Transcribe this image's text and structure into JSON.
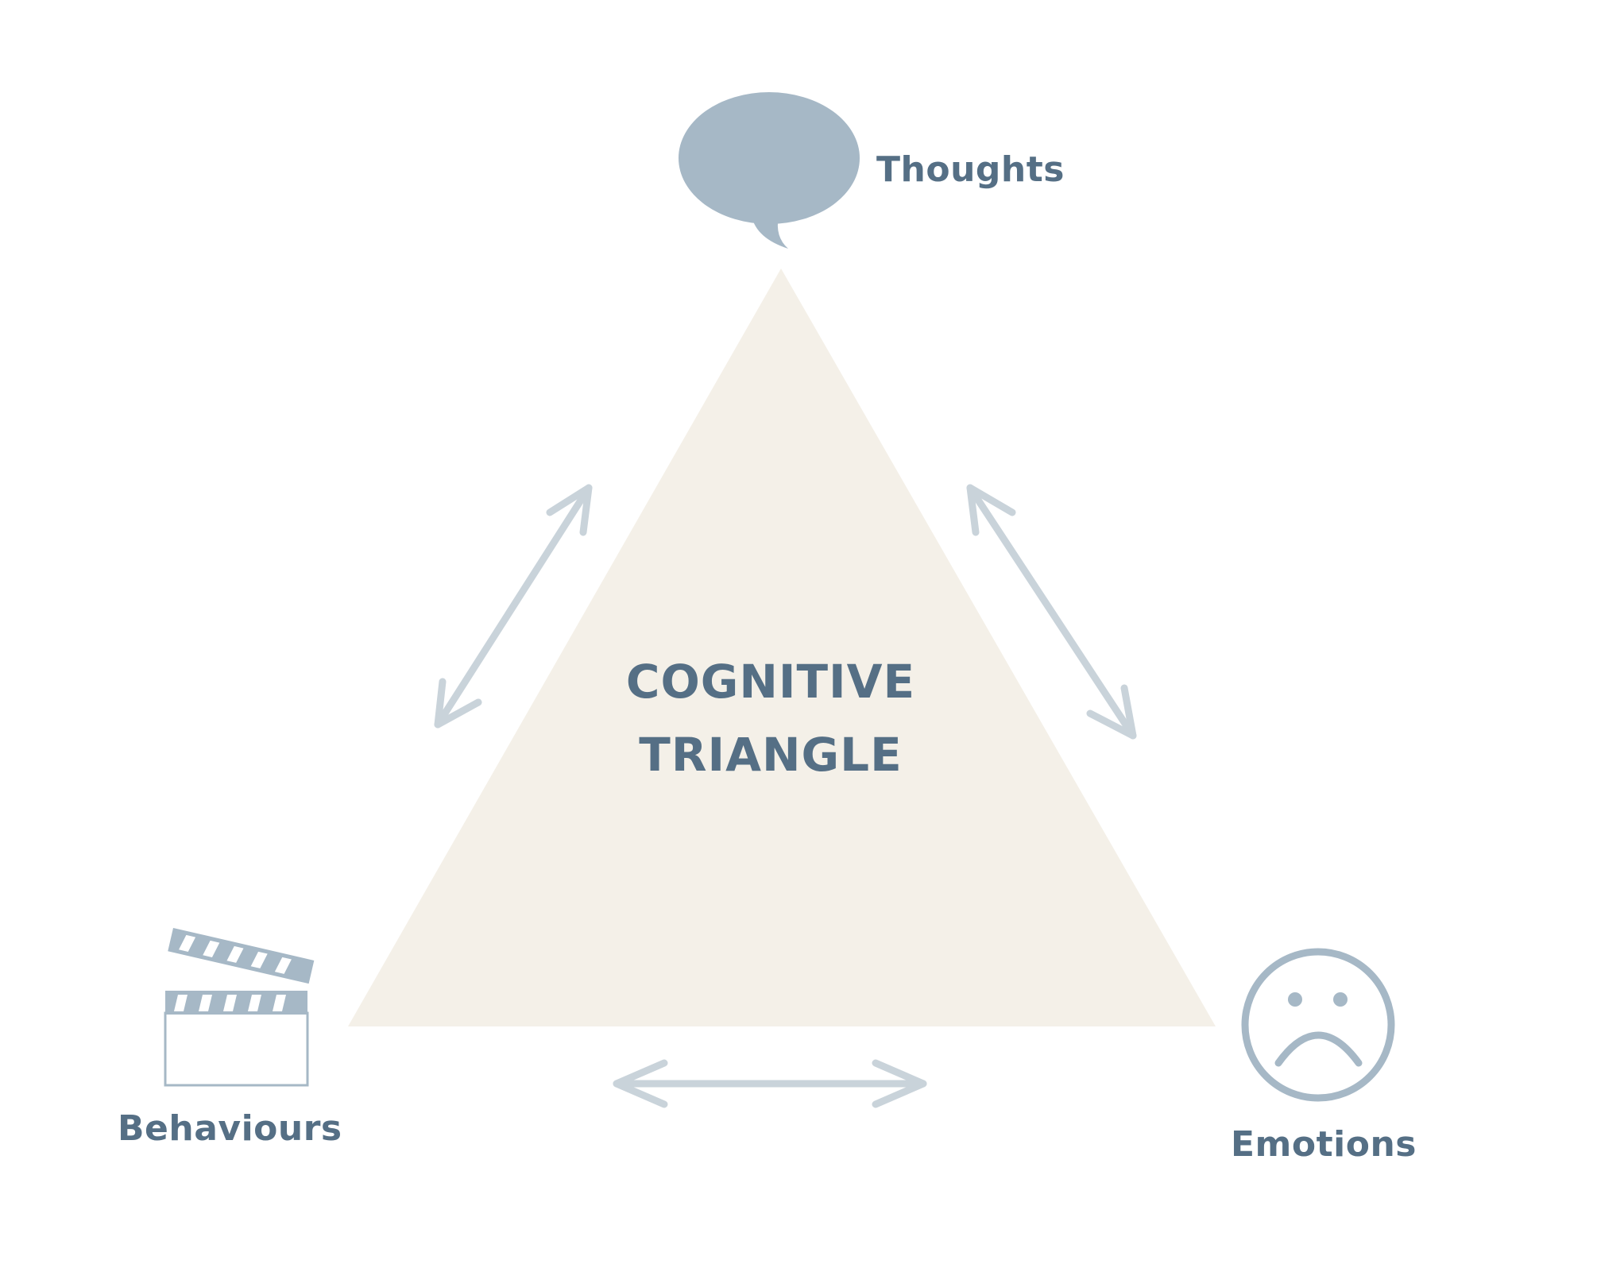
{
  "diagram": {
    "title_line1": "COGNITIVE",
    "title_line2": "TRIANGLE",
    "nodes": {
      "thoughts": {
        "label": "Thoughts",
        "icon": "speech-bubble-icon"
      },
      "behaviours": {
        "label": "Behaviours",
        "icon": "clapperboard-icon"
      },
      "emotions": {
        "label": "Emotions",
        "icon": "sad-face-icon"
      }
    },
    "connections": [
      {
        "from": "thoughts",
        "to": "behaviours",
        "type": "bidirectional-arrow"
      },
      {
        "from": "thoughts",
        "to": "emotions",
        "type": "bidirectional-arrow"
      },
      {
        "from": "behaviours",
        "to": "emotions",
        "type": "bidirectional-arrow"
      }
    ]
  },
  "colors": {
    "triangle_fill": "#f4f0e8",
    "text": "#556f85",
    "icon": "#a6b8c6",
    "arrow": "#c9d3da",
    "background": "#ffffff"
  }
}
